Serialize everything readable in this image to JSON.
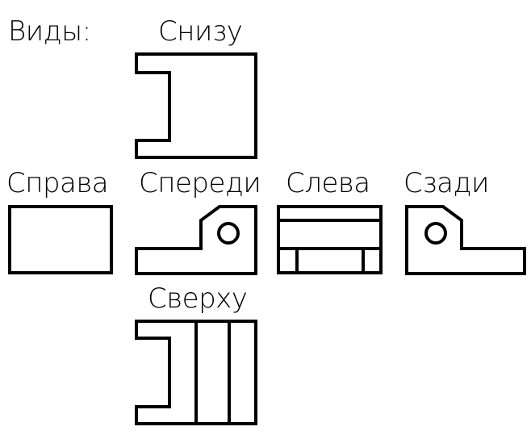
{
  "title": "Виды:",
  "views": {
    "bottom": {
      "label": "Снизу"
    },
    "right": {
      "label": "Справа"
    },
    "front": {
      "label": "Спереди"
    },
    "left": {
      "label": "Слева"
    },
    "back": {
      "label": "Сзади"
    },
    "top": {
      "label": "Сверху"
    }
  },
  "colors": {
    "stroke": "#000000",
    "background": "#ffffff"
  }
}
